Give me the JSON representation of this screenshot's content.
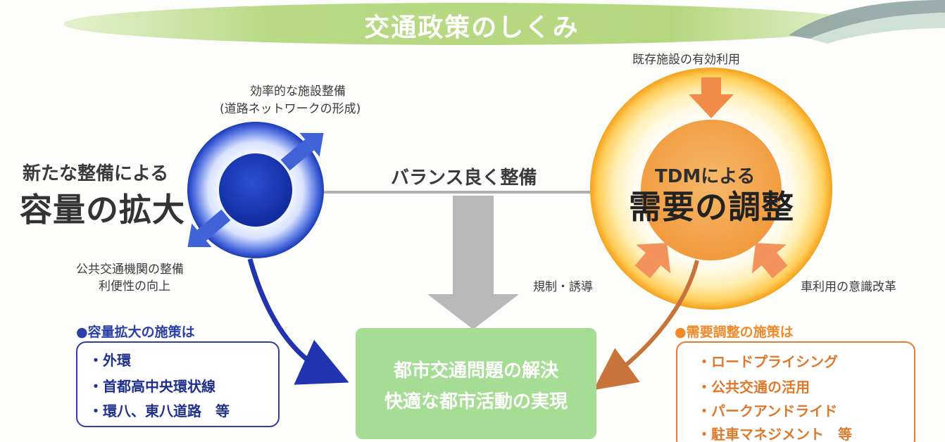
{
  "title": "交通政策のしくみ",
  "left": {
    "note_top_line1": "効率的な施設整備",
    "note_top_line2": "(道路ネットワークの形成)",
    "caption_small": "新たな整備による",
    "caption_large": "容量の拡大",
    "note_bottom_line1": "公共交通機関の整備",
    "note_bottom_line2": "利便性の向上",
    "list_heading": "●容量拡大の施策は",
    "list_items": [
      "・外環",
      "・首都高中央環状線",
      "・環八、東八道路　等"
    ]
  },
  "balance_label": "バランス良く整備",
  "right": {
    "note_top": "既存施設の有効利用",
    "caption_small": "TDMによる",
    "caption_large": "需要の調整",
    "note_left": "規制・誘導",
    "note_right": "車利用の意識改革",
    "list_heading": "●需要調整の施策は",
    "list_items": [
      "・ロードプライシング",
      "・公共交通の活用",
      "・パークアンドライド",
      "・駐車マネジメント　等"
    ]
  },
  "center": {
    "line1": "都市交通問題の解決",
    "line2": "快適な都市活動の実現"
  },
  "colors": {
    "banner_green": "#b8da86",
    "blue_circle": "#1f3fbf",
    "orange_circle": "#f5a623",
    "center_box": "#a6dd94",
    "gray_arrow": "#b9b9b9"
  }
}
